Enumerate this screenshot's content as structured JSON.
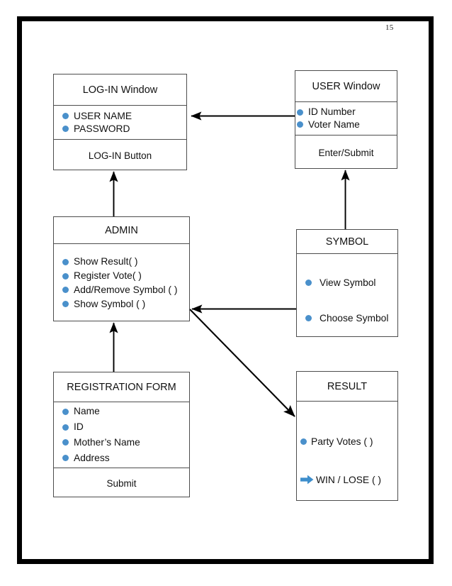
{
  "page": {
    "number": "15",
    "bullet_color": "#4a90cb",
    "line_color": "#000000",
    "box_border_color": "#4d4d4d"
  },
  "boxes": {
    "login_window": {
      "title": "LOG-IN Window",
      "attributes": [
        "USER NAME",
        "PASSWORD"
      ],
      "footer": "LOG-IN Button"
    },
    "user_window": {
      "title": "USER Window",
      "attributes": [
        "ID Number",
        "Voter Name"
      ],
      "footer": "Enter/Submit"
    },
    "admin": {
      "title": "ADMIN",
      "attributes": [
        "Show Result( )",
        "Register Vote( )",
        "Add/Remove Symbol ( )",
        "Show Symbol ( )"
      ]
    },
    "symbol": {
      "title": "SYMBOL",
      "attributes": [
        "View Symbol",
        "Choose Symbol"
      ]
    },
    "registration_form": {
      "title": "REGISTRATION FORM",
      "attributes": [
        "Name",
        "ID",
        "Mother’s Name",
        "Address"
      ],
      "footer": "Submit"
    },
    "result": {
      "title": "RESULT",
      "attributes": [
        "Party Votes ( )",
        "WIN / LOSE ( )"
      ]
    }
  },
  "connectors": [
    {
      "name": "user-window-to-login-window",
      "from": "user_window",
      "to": "login_window",
      "direction": "left"
    },
    {
      "name": "admin-to-login-window",
      "from": "admin",
      "to": "login_window",
      "direction": "up"
    },
    {
      "name": "symbol-to-user-window",
      "from": "symbol",
      "to": "user_window",
      "direction": "up"
    },
    {
      "name": "symbol-to-admin",
      "from": "symbol",
      "to": "admin",
      "direction": "left"
    },
    {
      "name": "registration-form-to-admin",
      "from": "registration_form",
      "to": "admin",
      "direction": "up"
    },
    {
      "name": "admin-to-result",
      "from": "admin",
      "to": "result",
      "direction": "down-right"
    }
  ]
}
